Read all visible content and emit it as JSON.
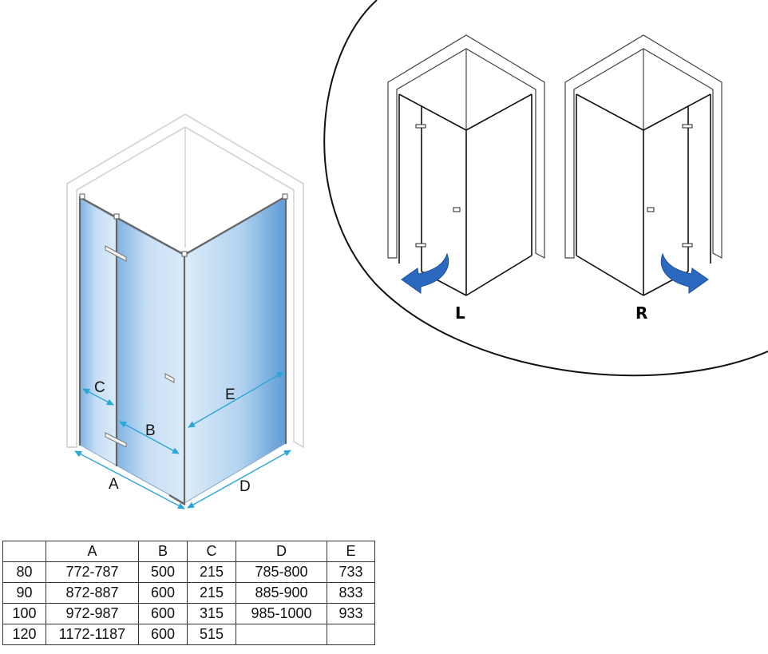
{
  "labels": {
    "dim_a": "A",
    "dim_b": "B",
    "dim_c": "C",
    "dim_d": "D",
    "dim_e": "E",
    "variant_left": "L",
    "variant_right": "R"
  },
  "colors": {
    "glass_light": "#dcecfa",
    "glass_mid": "#a9cdee",
    "glass_dark": "#5f9bd6",
    "dimension_arrow": "#2aa6d9",
    "swing_arrow": "#2b68c0",
    "frame_line": "#cfcfcf",
    "outline": "#111111"
  },
  "table": {
    "headers": [
      "",
      "A",
      "B",
      "C",
      "D",
      "E"
    ],
    "rows": [
      [
        "80",
        "772-787",
        "500",
        "215",
        "785-800",
        "733"
      ],
      [
        "90",
        "872-887",
        "600",
        "215",
        "885-900",
        "833"
      ],
      [
        "100",
        "972-987",
        "600",
        "315",
        "985-1000",
        "933"
      ],
      [
        "120",
        "1172-1187",
        "600",
        "515",
        "",
        ""
      ]
    ]
  }
}
